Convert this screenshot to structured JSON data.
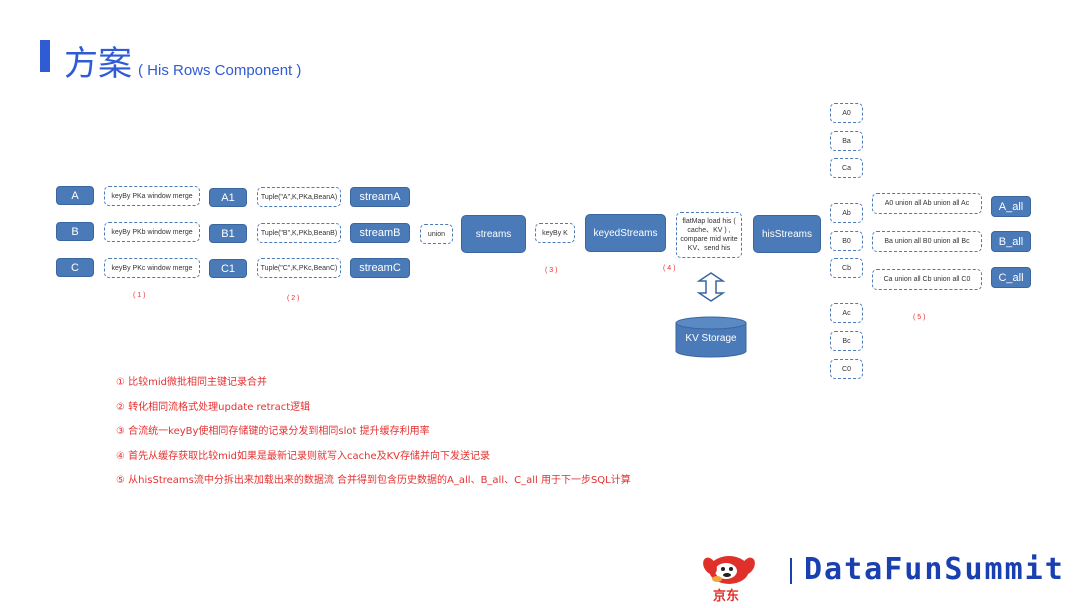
{
  "header": {
    "title": "方案",
    "subtitle": "( His Rows Component )"
  },
  "diagram": {
    "sources": [
      "A",
      "B",
      "C"
    ],
    "keyby": [
      "keyBy PKa  window merge",
      "keyBy PKb  window merge",
      "keyBy PKc  window merge"
    ],
    "converted": [
      "A1",
      "B1",
      "C1"
    ],
    "tuples": [
      "Tuple(\"A\",K,PKa,BeanA)",
      "Tuple(\"B\",K,PKb,BeanB)",
      "Tuple(\"C\",K,PKc,BeanC)"
    ],
    "streams_in": [
      "streamA",
      "streamB",
      "streamC"
    ],
    "union": "union",
    "streams": "streams",
    "keyby_k": "keyBy K",
    "keyed_streams": "keyedStreams",
    "flatmap": "flatMap load his ( cache、KV ) , compare mid write KV、send his",
    "his_streams": "hisStreams",
    "outputs_top": [
      "A0",
      "Ba",
      "Ca"
    ],
    "outputs_mid": [
      "Ab",
      "B0",
      "Cb"
    ],
    "outputs_bot": [
      "Ac",
      "Bc",
      "C0"
    ],
    "union_all": [
      "A0 union all Ab union all Ac",
      "Ba union all B0 union all Bc",
      "Ca union all Cb union all C0"
    ],
    "alls": [
      "A_all",
      "B_all",
      "C_all"
    ],
    "kv_storage": "KV Storage",
    "step_labels": [
      "( 1 )",
      "( 2 )",
      "( 3 )",
      "( 4 )",
      "( 5 )"
    ]
  },
  "notes": [
    "① 比较mid微批相同主键记录合并",
    "② 转化相同流格式处理update retract逻辑",
    "③ 合流统一keyBy使相同存储键的记录分发到相同slot 提升缓存利用率",
    "④ 首先从缓存获取比较mid如果是最新记录则就写入cache及KV存储并向下发送记录",
    "⑤ 从hisStreams流中分拆出来加载出来的数据流 合并得到包含历史数据的A_all、B_all、C_all 用于下一步SQL计算"
  ],
  "footer": {
    "brand": "京东",
    "summit": "DataFunSummit"
  },
  "colors": {
    "accent": "#2f5bd5",
    "box_fill": "#4a7ab8",
    "note_red": "#e53030",
    "summit_blue": "#1a3fb0"
  }
}
